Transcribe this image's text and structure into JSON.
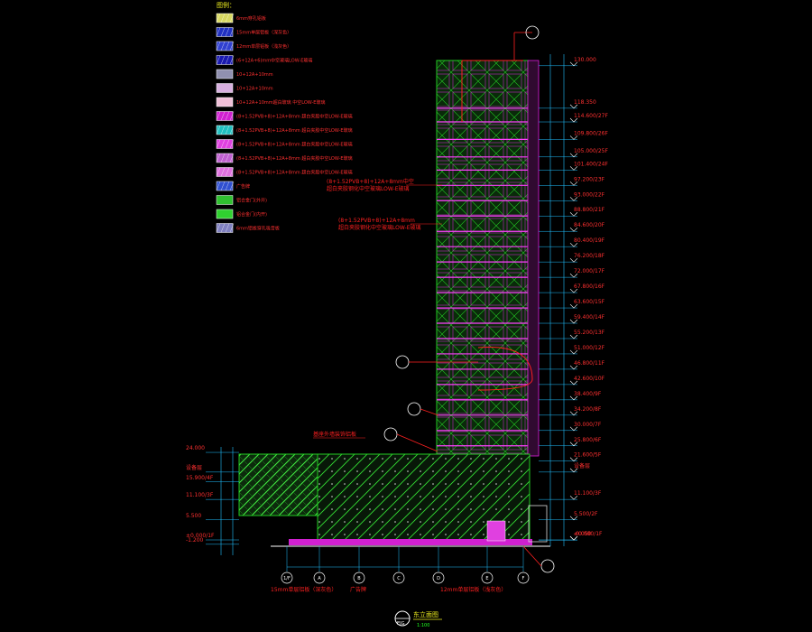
{
  "legend": {
    "title": "图例：",
    "items": [
      {
        "label": "6mm穿孔铝板",
        "swatch_color": "#d8d860",
        "pattern": "dots"
      },
      {
        "label": "15mm单层铝板（深灰色）",
        "swatch_color": "#2030c0",
        "pattern": "diagonal-dash"
      },
      {
        "label": "12mm单层铝板（浅灰色）",
        "swatch_color": "#3040d0",
        "pattern": "grid"
      },
      {
        "label": "(6+12A+6)mm中空玻璃LOW-E玻璃",
        "swatch_color": "#1a1ab0",
        "pattern": "hatch"
      },
      {
        "label": "10+12A+10mm",
        "swatch_color": "#9090b0",
        "pattern": "solid"
      },
      {
        "label": "10+12A+10mm",
        "swatch_color": "#d8b0e0",
        "pattern": "solid"
      },
      {
        "label": "10+12A+10mm超白玻璃 中空LOW-E玻璃",
        "swatch_color": "#f0c0d8",
        "pattern": "solid"
      },
      {
        "label": "(8+1.52PVB+8)+12A+8mm 超白夹胶中空LOW-E玻璃",
        "swatch_color": "#d020d0",
        "pattern": "cross"
      },
      {
        "label": "(8+1.52PVB+8)+12A+8mm 超白夹胶中空LOW-E玻璃",
        "swatch_color": "#20c0c0",
        "pattern": "cross"
      },
      {
        "label": "(8+1.52PVB+8)+12A+8mm 超白夹胶中空LOW-E玻璃",
        "swatch_color": "#e040e0",
        "pattern": "cross"
      },
      {
        "label": "(8+1.52PVB+8)+12A+8mm 超白夹胶中空LOW-E玻璃",
        "swatch_color": "#c060d0",
        "pattern": "cross"
      },
      {
        "label": "(8+1.52PVB+8)+12A+8mm 超白夹胶中空LOW-E玻璃",
        "swatch_color": "#e070e0",
        "pattern": "cross"
      },
      {
        "label": "广告牌",
        "swatch_color": "#3050d0",
        "pattern": "grid"
      },
      {
        "label": "铝合金门(外开)",
        "swatch_color": "#30c030",
        "pattern": "solid"
      },
      {
        "label": "铝合金门(内开)",
        "swatch_color": "#30d030",
        "pattern": "solid"
      },
      {
        "label": "6mm铝板穿孔吸音板",
        "swatch_color": "#8080c0",
        "pattern": "hatch"
      }
    ]
  },
  "levels_right": [
    {
      "label": "130.000",
      "value": 130.0
    },
    {
      "label": "118.350",
      "value": 118.35
    },
    {
      "label": "114.600/27F",
      "value": 114.6
    },
    {
      "label": "109.800/26F",
      "value": 109.8
    },
    {
      "label": "105.000/25F",
      "value": 105.0
    },
    {
      "label": "101.400/24F",
      "value": 101.4
    },
    {
      "label": "97.200/23F",
      "value": 97.2
    },
    {
      "label": "93.000/22F",
      "value": 93.0
    },
    {
      "label": "88.800/21F",
      "value": 88.8
    },
    {
      "label": "84.600/20F",
      "value": 84.6
    },
    {
      "label": "80.400/19F",
      "value": 80.4
    },
    {
      "label": "76.200/18F",
      "value": 76.2
    },
    {
      "label": "72.000/17F",
      "value": 72.0
    },
    {
      "label": "67.800/16F",
      "value": 67.8
    },
    {
      "label": "63.600/15F",
      "value": 63.6
    },
    {
      "label": "59.400/14F",
      "value": 59.4
    },
    {
      "label": "55.200/13F",
      "value": 55.2
    },
    {
      "label": "51.000/12F",
      "value": 51.0
    },
    {
      "label": "46.800/11F",
      "value": 46.8
    },
    {
      "label": "42.600/10F",
      "value": 42.6
    },
    {
      "label": "38.400/9F",
      "value": 38.4
    },
    {
      "label": "34.200/8F",
      "value": 34.2
    },
    {
      "label": "30.000/7F",
      "value": 30.0
    },
    {
      "label": "25.800/6F",
      "value": 25.8
    },
    {
      "label": "21.600/5F",
      "value": 21.6
    },
    {
      "label": "设备层",
      "value": 18.6
    },
    {
      "label": "11.100/3F",
      "value": 11.1
    },
    {
      "label": "5.500/2F",
      "value": 5.5
    },
    {
      "label": "±0.000/1F",
      "value": 0.0
    },
    {
      "label": "-0.050",
      "value": -0.05
    }
  ],
  "levels_left": [
    {
      "label": "24.000",
      "value": 24.0
    },
    {
      "label": "设备层",
      "value": 18.6
    },
    {
      "label": "15.900/4F",
      "value": 15.9
    },
    {
      "label": "11.100/3F",
      "value": 11.1
    },
    {
      "label": "5.500",
      "value": 5.5
    },
    {
      "label": "±0.000/1F",
      "value": 0.0
    },
    {
      "label": "-1.200",
      "value": -1.2
    }
  ],
  "grid_axes": [
    "1/F",
    "A",
    "B",
    "C",
    "D",
    "E",
    "F"
  ],
  "annotations": [
    {
      "text": "(8+1.52PVB+8)+12A+8mm中空",
      "id": "note-tower-1"
    },
    {
      "text": "超白夹胶钢化中空玻璃LOW-E玻璃",
      "id": "note-tower-1b"
    },
    {
      "text": "(8+1.52PVB+8)+12A+8mm",
      "id": "note-tower-2"
    },
    {
      "text": "超白夹胶钢化中空玻璃LOW-E玻璃",
      "id": "note-tower-2b"
    },
    {
      "text": "基座外墙装饰铝板",
      "id": "note-podium-top"
    },
    {
      "text": "15mm单层铝板（深灰色）",
      "id": "note-bottom-1"
    },
    {
      "text": "广告牌",
      "id": "note-bottom-2"
    },
    {
      "text": "12mm单层铝板（浅灰色）",
      "id": "note-bottom-3"
    }
  ],
  "title_block": {
    "title": "东立面图",
    "scale": "1:100",
    "number": "EIG"
  },
  "colors": {
    "background": "#000000",
    "facade_green": "#22cc22",
    "facade_magenta": "#e020e0",
    "annotation_red": "#ff2020",
    "dim_cyan": "#20c0ff",
    "label_yellow": "#f0f020",
    "grid_white": "#ffffff"
  }
}
